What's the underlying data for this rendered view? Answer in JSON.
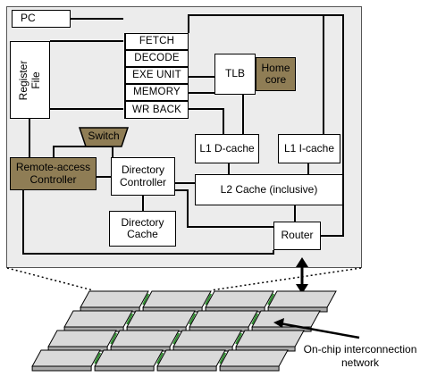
{
  "core": {
    "pc": "PC",
    "register_file": [
      "Register",
      "File"
    ],
    "pipeline": [
      "FETCH",
      "DECODE",
      "EXE UNIT",
      "MEMORY",
      "WR BACK"
    ],
    "tlb": "TLB",
    "home_core": [
      "Home",
      "core"
    ],
    "switch": "Switch",
    "remote_access_controller": [
      "Remote-access",
      "Controller"
    ],
    "directory_controller": [
      "Directory",
      "Controller"
    ],
    "directory_cache": [
      "Directory",
      "Cache"
    ],
    "l1_dcache": "L1 D-cache",
    "l1_icache": "L1 I-cache",
    "l2_cache": "L2 Cache (inclusive)",
    "router": "Router"
  },
  "network_label": [
    "On-chip interconnection",
    "network"
  ],
  "colors": {
    "core_background": "#ececec",
    "highlight_block": "#8f7d55",
    "tile_top": "#d9d9d9",
    "tile_side": "#a8a8a8",
    "link": "#2f8f2f"
  },
  "mesh": {
    "rows": 4,
    "cols": 4
  }
}
